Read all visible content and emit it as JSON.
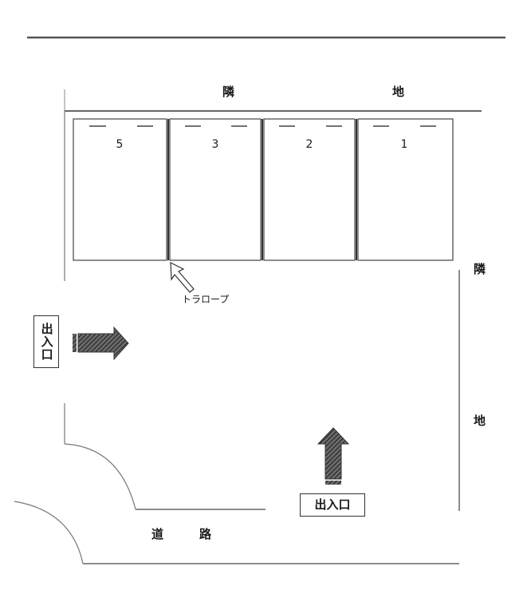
{
  "labels": {
    "neighbor_top_1": "隣",
    "neighbor_top_2": "地",
    "neighbor_right_1": "隣",
    "neighbor_right_2": "地",
    "road_1": "道",
    "road_2": "路",
    "rope": "トラロープ",
    "entrance_left": "出入口",
    "entrance_bottom": "出入口"
  },
  "stalls": [
    {
      "number": "5"
    },
    {
      "number": "3"
    },
    {
      "number": "2"
    },
    {
      "number": "1"
    }
  ],
  "icons": {
    "rope_pointer": "outline-arrow-icon",
    "left_entry_arrow": "hatched-arrow-right-icon",
    "bottom_entry_arrow": "hatched-arrow-up-icon"
  }
}
